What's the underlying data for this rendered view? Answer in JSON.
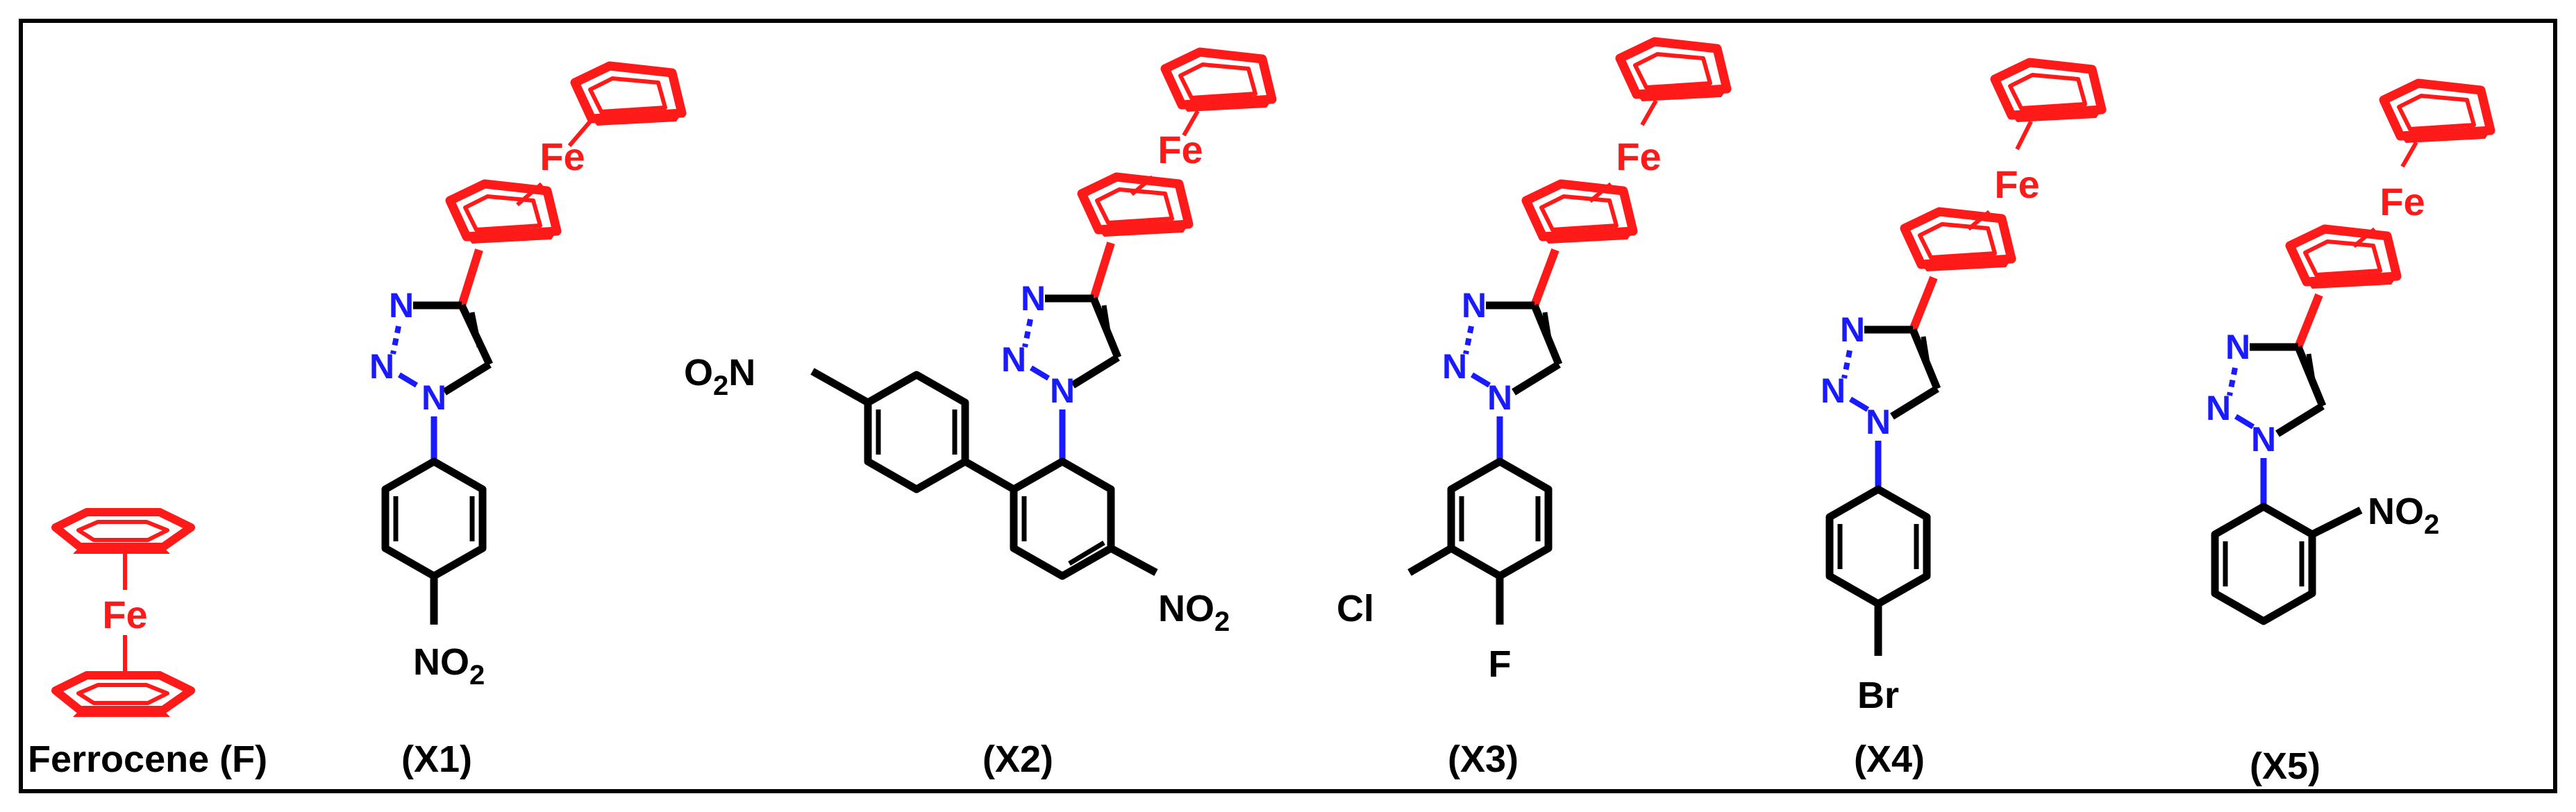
{
  "colors": {
    "ferrocene": "#ff1a1a",
    "triazole": "#1a1aff",
    "bond": "#000000",
    "frame": "#000000"
  },
  "atoms": {
    "iron": "Fe",
    "nitrogen": "N",
    "nitro_group": "NO",
    "nitro_subscript": "2",
    "nitro_prefix": "O",
    "nitro_prefix_subscript": "2",
    "nitro_prefix_n": "N",
    "chlorine": "Cl",
    "fluorine": "F",
    "bromine": "Br"
  },
  "compounds": [
    {
      "id": "F",
      "caption": "Ferrocene (F)"
    },
    {
      "id": "X1",
      "caption": "(X1)"
    },
    {
      "id": "X2",
      "caption": "(X2)"
    },
    {
      "id": "X3",
      "caption": "(X3)"
    },
    {
      "id": "X4",
      "caption": "(X4)"
    },
    {
      "id": "X5",
      "caption": "(X5)"
    }
  ]
}
